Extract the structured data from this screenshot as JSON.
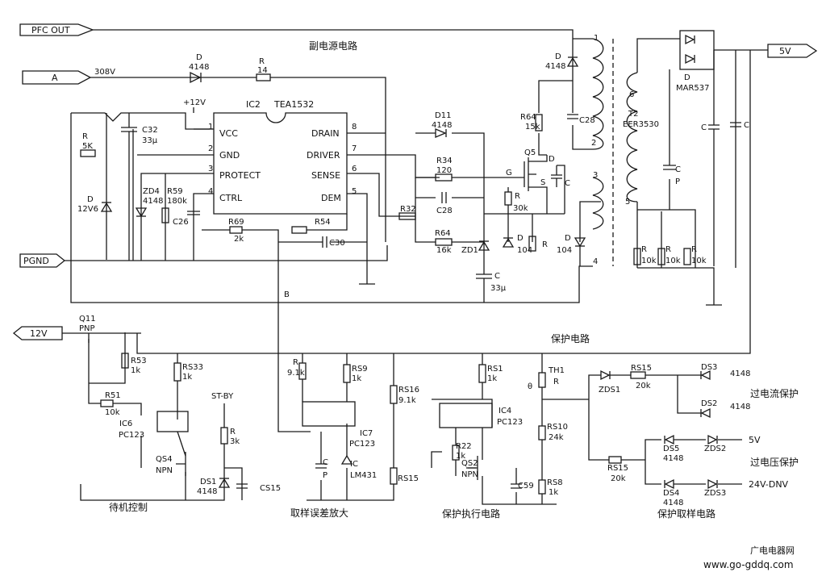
{
  "titles": {
    "aux_supply": "副电源电路",
    "protection": "保护电路",
    "standby_ctrl": "待机控制",
    "error_amp": "取样误差放大",
    "protect_exec": "保护执行电路",
    "protect_sample": "保护取样电路",
    "overcurrent": "过电流保护",
    "overvoltage": "过电压保护"
  },
  "ports": {
    "pfc_out": "PFC OUT",
    "a": "A",
    "pgnd": "PGND",
    "v12": "12V",
    "v5": "5V",
    "st_by": "ST-BY",
    "out_5v": "5V",
    "out_24v": "24V-DNV"
  },
  "nets": {
    "v308": "308V",
    "v12plus": "+12V",
    "b": "B"
  },
  "ic2": {
    "ref": "IC2",
    "part": "TEA1532",
    "pins": [
      {
        "num": "1",
        "name": "VCC"
      },
      {
        "num": "2",
        "name": "GND"
      },
      {
        "num": "3",
        "name": "PROTECT"
      },
      {
        "num": "4",
        "name": "CTRL"
      },
      {
        "num": "8",
        "name": "DRAIN"
      },
      {
        "num": "7",
        "name": "DRIVER"
      },
      {
        "num": "6",
        "name": "SENSE"
      },
      {
        "num": "5",
        "name": "DEM"
      }
    ]
  },
  "transformer": {
    "ref": "T2",
    "part": "EER3530",
    "pins": [
      "1",
      "6",
      "2",
      "3",
      "5",
      "4"
    ]
  },
  "parts": {
    "d4148_top": {
      "ref": "D",
      "value": "4148"
    },
    "r14": {
      "ref": "R",
      "value": "14"
    },
    "c32": {
      "ref": "C32",
      "value": "33μ"
    },
    "r5k": {
      "ref": "R",
      "value": "5K"
    },
    "d12v6": {
      "ref": "D",
      "value": "12V6"
    },
    "zd4": {
      "ref": "ZD4",
      "value": "4148"
    },
    "r59": {
      "ref": "R59",
      "value": "180k"
    },
    "c26": {
      "ref": "C26"
    },
    "r69": {
      "ref": "R69",
      "value": "2k"
    },
    "r54": {
      "ref": "R54"
    },
    "c30": {
      "ref": "C30"
    },
    "d11": {
      "ref": "D11",
      "value": "4148"
    },
    "r34": {
      "ref": "R34",
      "value": "120"
    },
    "r32": {
      "ref": "R32"
    },
    "c28a": {
      "ref": "C28"
    },
    "r64a": {
      "ref": "R64",
      "value": "16k"
    },
    "zd1": {
      "ref": "ZD1"
    },
    "d104a": {
      "ref": "D",
      "value": "104"
    },
    "r_sense": {
      "ref": "R"
    },
    "d104b": {
      "ref": "D",
      "value": "104"
    },
    "c33": {
      "ref": "C",
      "value": "33μ"
    },
    "d4148_pri": {
      "ref": "D",
      "value": "4148"
    },
    "r64b": {
      "ref": "R64",
      "value": "15k"
    },
    "c28b": {
      "ref": "C28"
    },
    "q5": {
      "ref": "Q5",
      "g": "G",
      "d": "D",
      "s": "S"
    },
    "r30k": {
      "ref": "R",
      "value": "30k"
    },
    "c_pri": {
      "ref": "C"
    },
    "d_mar": {
      "ref": "D",
      "value": "MAR537"
    },
    "c_y": {
      "ref": "C",
      "value": "P"
    },
    "c_out1": {
      "ref": "C"
    },
    "c_out2": {
      "ref": "C"
    },
    "r10k_1": {
      "ref": "R",
      "value": "10k"
    },
    "r10k_2": {
      "ref": "R",
      "value": "10k"
    },
    "r10k_3": {
      "ref": "R",
      "value": "10k"
    },
    "q11": {
      "ref": "Q11",
      "type": "PNP"
    },
    "r53": {
      "ref": "R53",
      "value": "1k"
    },
    "r51": {
      "ref": "R51",
      "value": "10k"
    },
    "ic6": {
      "ref": "IC6",
      "part": "PC123"
    },
    "rs33": {
      "ref": "RS33",
      "value": "1k"
    },
    "qs4": {
      "ref": "QS4",
      "type": "NPN"
    },
    "r3k": {
      "ref": "R",
      "value": "3k"
    },
    "ds1": {
      "ref": "DS1",
      "value": "4148"
    },
    "cs15": {
      "ref": "CS15"
    },
    "r91a": {
      "ref": "R",
      "value": "9.1k"
    },
    "rs9": {
      "ref": "RS9",
      "value": "1k"
    },
    "rs16": {
      "ref": "RS16",
      "value": "9.1k"
    },
    "ic7": {
      "ref": "IC7",
      "part": "PC123"
    },
    "c_p": {
      "ref": "C",
      "value": "P"
    },
    "ic_lm": {
      "ref": "IC",
      "part": "LM431"
    },
    "rs15a": {
      "ref": "RS15"
    },
    "rs1": {
      "ref": "RS1",
      "value": "1k"
    },
    "ic4": {
      "ref": "IC4",
      "part": "PC123"
    },
    "r22": {
      "ref": "R22",
      "value": "1k"
    },
    "qs2": {
      "ref": "QS2",
      "type": "NPN"
    },
    "c59": {
      "ref": "C59"
    },
    "th1": {
      "ref": "TH1",
      "r": "R",
      "theta": "θ"
    },
    "rs10": {
      "ref": "RS10",
      "value": "24k"
    },
    "rs8": {
      "ref": "RS8",
      "value": "1k"
    },
    "zds1": {
      "ref": "ZDS1"
    },
    "rs15b": {
      "ref": "RS15",
      "value": "20k"
    },
    "ds3": {
      "ref": "DS3",
      "value": "4148"
    },
    "ds2": {
      "ref": "DS2",
      "value": "4148"
    },
    "rs15c": {
      "ref": "RS15",
      "value": "20k"
    },
    "ds5": {
      "ref": "DS5",
      "value": "4148"
    },
    "zds2": {
      "ref": "ZDS2"
    },
    "ds4": {
      "ref": "DS4",
      "value": "4148"
    },
    "zds3": {
      "ref": "ZDS3"
    }
  },
  "watermark": {
    "brand": "广电电器网",
    "url": "www.go-gddq.com"
  },
  "colors": {
    "ink": "#1a1a1a",
    "watermark_brand": "#e64aa6",
    "watermark_url": "#3aa0d8"
  }
}
